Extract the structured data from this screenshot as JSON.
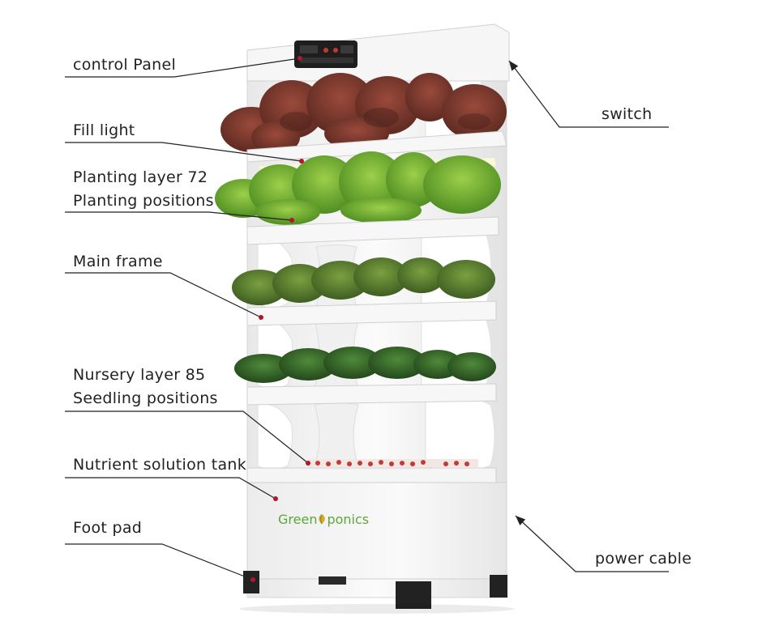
{
  "labels": {
    "control_panel": "control Panel",
    "fill_light": "Fill light",
    "planting_layer_line1": "Planting layer 72",
    "planting_layer_line2": "Planting positions",
    "main_frame": "Main frame",
    "nursery_layer_line1": "Nursery layer 85",
    "nursery_layer_line2": "Seedling positions",
    "nutrient_tank": "Nutrient solution tank",
    "foot_pad": "Foot pad",
    "switch": "switch",
    "power_cable": "power cable"
  },
  "brand": {
    "part1": "Green",
    "part2": "ponics"
  },
  "colors": {
    "brand_text": "#5aa83a",
    "leader_line": "#222222",
    "marker_dot": "#b0172a",
    "frame": "#f3f3f3"
  }
}
